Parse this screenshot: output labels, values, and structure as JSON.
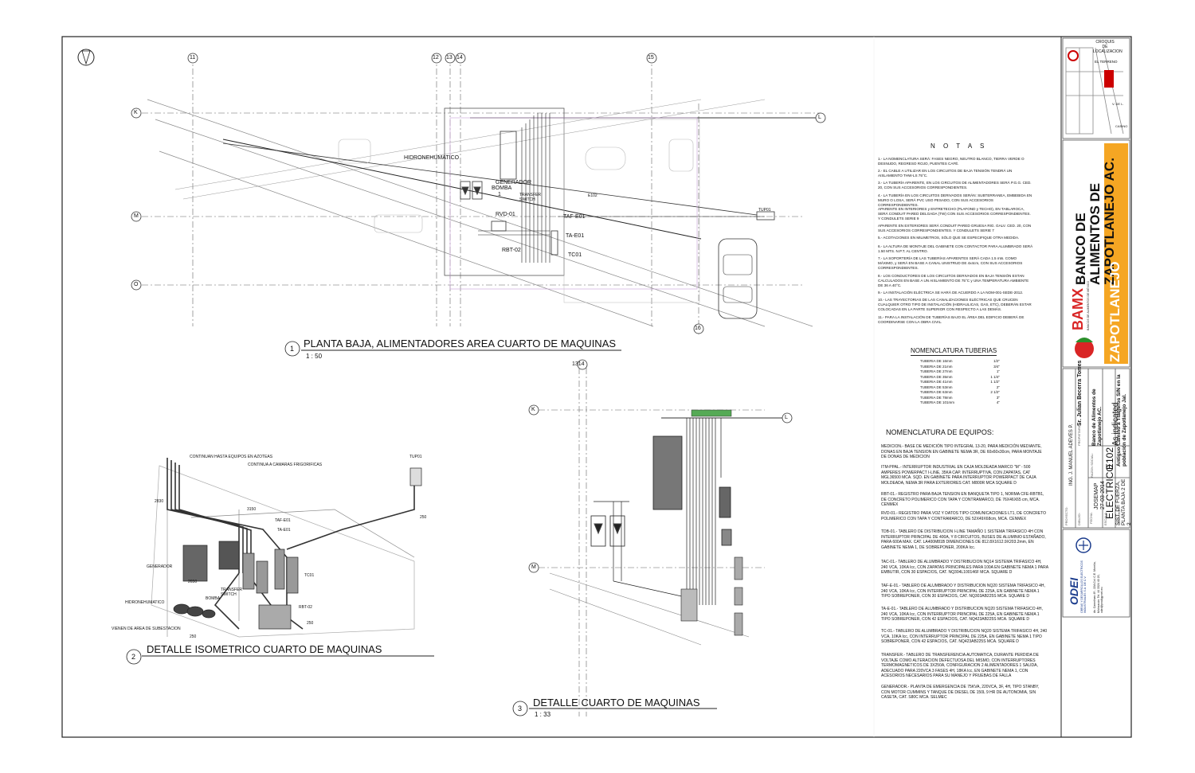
{
  "views": {
    "v1": {
      "number": "1",
      "title": "PLANTA BAJA, ALIMENTADORES AREA CUARTO DE MAQUINAS",
      "scale": "1 : 50"
    },
    "v2": {
      "number": "2",
      "title": "DETALLE ISOMETRICO CUARTO DE MAQUINAS"
    },
    "v3": {
      "number": "3",
      "title": "DETALLE CUARTO DE MAQUINAS",
      "scale": "1 : 33"
    }
  },
  "grid": {
    "g11": "11",
    "g12": "12",
    "g13": "13",
    "g14": "14",
    "g15": "15",
    "g16": "16",
    "g1314": "1314",
    "K": "K",
    "L": "L",
    "M": "M",
    "O": "O"
  },
  "plan_labels": {
    "hidro": "HIDRONEHUMATICO",
    "generador": "GENERADOR",
    "bomba": "BOMBA",
    "bomba_n": "1",
    "transfer": "TRANSFER SWITCH",
    "e102": "E102",
    "rvd": "RVD-01",
    "rbt": "RBT-02",
    "tafe": "TAF-E01",
    "tae": "TA-E01",
    "tc": "TC01",
    "tup": "TUP01"
  },
  "iso_labels": {
    "azoteas": "CONTINUAN HASTA EQUIPOS EN AZOTEAS",
    "camaras": "CONTINUA A CAMARAS FRIGORIFICAS",
    "tup": "TUP01",
    "tafe": "TAF-E01",
    "tae": "TA-E01",
    "tc": "TC01",
    "rbt": "RBT-02",
    "generador": "GENERADOR",
    "hidro": "HIDRONEHUMATICO",
    "bomba": "BOMBA",
    "transfer": "TRANSFER SWITCH",
    "subestacion": "VIENEN DE AREA DE SUBESTACION",
    "d2830": "2830",
    "d3150": "3150",
    "d2650": "2650",
    "d250a": "250",
    "d250b": "250",
    "d250c": "250"
  },
  "notes": {
    "title": "N O T A S",
    "items": [
      "1.- LA NOMENCLATURA SERÁ: FASES NEGRO, NEUTRO BLANCO, TIERRA VERDE O DESNUDO, REGRESO ROJO, PUENTES CAFÉ.",
      "2.- EL CABLE A UTILIZAR EN LOS CIRCUITOS DE BAJA TENSIÓN TENDRÁ UN AISLAMIENTO THW-LS 75°C.",
      "3.- LA TUBERÍA APARENTE, EN LOS CIRCUITOS DE ALIMENTADORES SERÁ P.G.G. CED. 20, CON SUS ACCESORIOS CORRESPONDIENTES.",
      "4.- LA TUBERÍA EN LOS CIRCUITOS DERIVADOS SERÁN: SUBTERRANEA, EMBEBIDA EN MURO O LOSA, SERÁ PVC USO PESADO, CON SUS ACCESORIOS CORRESPONDIENTES.",
      "APARENTE EN INTERIORES y ENTRETECHO (PLAFOND y TECHO), EN TABLAROCA, SERÁ CONDUIT PARED DELGADA (TW) CON SUS ACCESORIOS CORRESPONDIENTES. Y CONDULETS SERIE 9",
      "APARENTE EN EXTERIORES SERÁ CONDUIT PARED GRUESA RIG. GALV. CED. 20, CON SUS ACCESORIOS CORRESPONDIENTES. Y CONDULETS SERIE 7",
      "5.- ACOTACIONES EN MILIMETROS, SÓLO QUE SE ESPECIFIQUE OTRA MEDIDA.",
      "6.- LA ALTURA DE MONTAJE DEL GABINETE CON CONTACTOR PARA ALUMBRADO SERÁ 1.50 MTS. N.P.T. AL CENTRO.",
      "7.- LA SOPORTERÍA DE LAS TUBERÍAS APARENTES SERÁ CADA 1.5 mts. COMO MÁXIMO, y SERÁ EN BASE A CANAL UNISTRUD DE 4x4cm, CON SUS ACCESORIOS CORRESPONDIENTES.",
      "8.- LOS CONDUCTORES DE LOS CIRCUITOS DERIVADOS EN BAJA TENSIÓN ESTAN CALCULADOS EN BASE A UN AISLAMIENTO DE 75°C y UNA TEMPERATURA AMBIENTE DE 36 A 40°C.",
      "9.- LA INSTALACIÓN ELÉCTRICA SE HARÁ DE ACUERDO A LA NOM-001-SEDE-2012.",
      "10.- LAS TRAYECTORIAS DE LAS CANALIZACIONES ELÉCTRICAS QUE CRUCEN CUALQUIER OTRO TIPO DE INSTALACIÓN (HIDRAULICAS, GAS, ETC), DEBERÁN ESTAR COLOCADAS EN LA PARTE SUPERIOR CON RESPECTO A LAS DEMÁS.",
      "11.- PARA LA INSTALACIÓN DE TUBERÍAS BAJO EL ÁREA DEL EDIFICIO DEBERÁ DE COORDINARSE CON LA OBRA CIVIL."
    ]
  },
  "pipe_nomenclature": {
    "title": "NOMENCLATURA TUBERIAS",
    "rows": [
      {
        "label": "TUBERIA DE 16mm",
        "value": "1/2\""
      },
      {
        "label": "TUBERIA DE 21mm",
        "value": "3/4\""
      },
      {
        "label": "TUBERIA DE 27mm",
        "value": "1\""
      },
      {
        "label": "TUBERIA DE 35mm",
        "value": "1 1/4\""
      },
      {
        "label": "TUBERIA DE 41mm",
        "value": "1 1/2\""
      },
      {
        "label": "TUBERIA DE 53mm",
        "value": "2\""
      },
      {
        "label": "TUBERIA DE 63mm",
        "value": "2 1/2\""
      },
      {
        "label": "TUBERIA DE 78mm",
        "value": "3\""
      },
      {
        "label": "TUBERIA DE 101mm",
        "value": "4\""
      }
    ]
  },
  "equipment_nomenclature": {
    "title": "NOMENCLATURA DE EQUIPOS:",
    "items": [
      "MEDICION.-      BASE DE MEDICIÓN TIPO INTEGRAL 13-20, PARA MEDICIÓN MEDIANTE, DONAS EN BAJA TENSION EN GABINETE NEMA 3R, DE 60x60x30cm, PARA MONTAJE DE DONAS DE MEDICION",
      "ITM-PPAL.-      INTERRUPTOR INDUSTRIAL EN CAJA MOLDEADA MARCO \"M\" - 500 AMPERES POWERPACT I-LINE, 35KA CAP. INTERRUPTIVA, CON ZAPATAS, CAT MGL36500 MCA. SQD. EN GABINETE PARA INTERRUPTOR POWERPACT DE CAJA MOLDEADA, NEMA 3R PARA EXTERIORES CAT. M800R MCA SQUARE D",
      "RBT-01.-       REGISTRO PARA BAJA TENSION EN BANQUETA TIPO 1, NORMA CFE-RBTB1, DE CONCRETO POLIMERICO CON TAPA Y CONTRAMARCO, DE 76X46X65 cm, MCA. CENMEX",
      "RVD-01.-       REGISTRO PARA VOZ Y DATOS TIPO COMUNICACIONES LT1, DE CONCRETO POLIMERICO CON TAPA Y CONTRAMARCO, DE 52X49X68cm, MCA. CENMEX",
      "TDB-01.-       TABLERO DE DISTRIBUCION I-LINE TAMAÑO 1 SISTEMA TRIFASICO 4H CON INTERRUPTOR PRINCIPAL DE 400A, Y 8 CIRCUITOS, BUSES DE ALUMINIO ESTAÑADO, PARA 600A MAX. CAT. LA400M81B DIMENCIONES DE 812.8X1612.9X203.2mm, EN GABINETE NEMA 1, DE SOBREPONER, 200KA Icc.",
      "TAC-01.-       TABLERO DE ALUMBRADO Y DISTRIBUCION NQ14 SISTEMA TRIFASICO 4H, 240 VCA, 10KA Icc, CON ZAPATAS PRINCIPALES PARA 100A EN GABINETE NEMA 1 PARA EMBUTIR, CON 30 ESPACIOS, CAT. NQ304L100146F MCA. SQUARE D",
      "TAF-E-01.-     TABLERO DE ALUMBRADO Y DISTRIBUCION NQ20 SISTEMA TRIFASICO 4H, 240 VCA, 10KA Icc, CON INTERRUPTOR PRINCIPAL DE 225A, EN GABINETE NEMA 1 TIPO SOBREPONER, CON 30 ESPACIOS, CAT. NQ303AB225S MCA. SQUARE D",
      "TA-E-01.-      TABLERO DE ALUMBRADO Y DISTRIBUCION NQ20 SISTEMA TRIFASICO 4H, 240 VCA, 10KA Icc, CON INTERRUPTOR PRINCIPAL DE 225A, EN GABINETE NEMA 1 TIPO SOBREPONER, CON 42 ESPACIOS, CAT. NQ423AB225S MCA. SQUARE D",
      "TC-01.-  TABLERO DE ALUMBRADO Y DISTRIBUCION NQ20 SISTEMA TRIFASICO 4H, 240 VCA, 10KA Icc, CON INTERRUPTOR PRINCIPAL DE 225A, EN GABINETE NEMA 1 TIPO SOBREPONER, CON 42 ESPACIOS, CAT. NQ423AB225S MCA. SQUARE D",
      "TRANSFER.-      TABLERO DE TRANSFERENCIA AUTOMATICA, DURANTE PERDIDA DE VOLTAJE COMO ALTERACION DEFECTUOSA DEL MISMO, CON INTERRUPTORES TERMOMAGNETICOS DE 3X250A, CONFIGURACION 2 ALIMENTADORES 1 SALIDA, ADECUADO PARA 220VCA 3 FASES 4H, 18KA Icc, EN GABINETE NEMA 1, CON ACESORIOS NECESARIOS PARA SU MANEJO Y PRUEBAS DE FALLA",
      "GENERADOR.-  PLANTA DE EMERGENCIA DE 75KVA, 220VCA, 3F, 4H, TIPO STANBY, CON MOTOR CUMMINS Y TANQUE DE DIESEL DE 150L 9 HR DE AUTONOMIA, SIN CASETA, CAT. S80C MCA. SELMEC"
    ]
  },
  "title_block": {
    "croquis": "CROQUIS DE LOCALIZACION",
    "el_terreno": "EL TERRENO",
    "map_street": "CASINO",
    "map_street2": "V. DE L.",
    "logo_text": "BAMX",
    "logo_sub": "BANCOS DE ALIMENTOS DE MÉXICO",
    "client_name": "BANCO DE ALIMENTOS DE ZAPOTLANEJO AC.",
    "city": "ZAPOTLANEJO",
    "propietario": "Sr. Julian Becerra Torres",
    "propietario_label": "PROPIETARIO:",
    "razon": "Banco de Alimentos de Zapotlanejo AC.",
    "razon_label": "RAZON SOCIAL:",
    "ubicacion": "Antiguo Camino a Tlaqjeros S/N en la población de Zapotlanejo Jal.",
    "ubicacion_label": "UBICACION:",
    "proyecto": "ING. J. MANUEL ADEVES P.",
    "proyecto_label": "PROYECTO:",
    "dibujo_label": "DIBUJO:",
    "dibujo": "JOSEMAP",
    "fecha_label": "FECHA:",
    "fecha": "27-03-2014",
    "escala_label": "ESCALA:",
    "escala": "As indicated",
    "especialidad": "ELECTRICO",
    "sheet_no": "E102",
    "plano": "SIST. DE FUERZA, PLANTA BAJA 2 DE 2",
    "firm": "ODEI",
    "firm_sub": "OBRAS Y DESARROLLOS ELECTRICOS INDUSTRIALES S.A. DE C.V.",
    "firm_addr": "Av. Camelinas 49 - 22A Col. C.E. Morelia, Michoacán. Tel. 44 3324 40 20, odei@prodigy.net.mx"
  }
}
